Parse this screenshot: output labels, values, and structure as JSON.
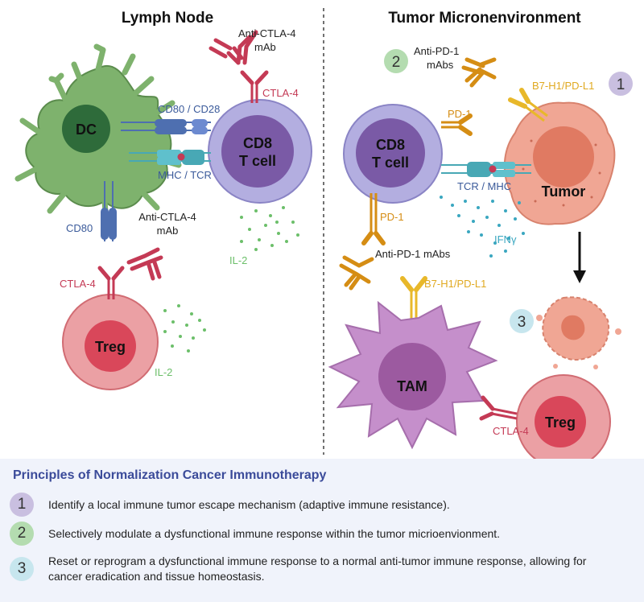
{
  "panels": {
    "lymph_node": {
      "title": "Lymph Node",
      "dc": "DC",
      "cd8": [
        "CD8",
        "T cell"
      ],
      "treg": "Treg",
      "labels": {
        "anti_ctla4_top": [
          "Anti-CTLA-4",
          "mAb"
        ],
        "ctla4_top": "CTLA-4",
        "cd80_cd28": "CD80 / CD28",
        "mhc_tcr": "MHC / TCR",
        "cd80": "CD80",
        "anti_ctla4_mid": [
          "Anti-CTLA-4",
          "mAb"
        ],
        "il2_upper": "IL-2",
        "ctla4_treg": "CTLA-4",
        "il2_lower": "IL-2"
      }
    },
    "tumor": {
      "title": "Tumor Micronenvironment",
      "cd8": [
        "CD8",
        "T cell"
      ],
      "tumor": "Tumor",
      "tam": "TAM",
      "treg": "Treg",
      "labels": {
        "anti_pd1_mabs_top": [
          "Anti-PD-1",
          "mAbs"
        ],
        "pd1_upper": "PD-1",
        "b7h1_upper": "B7-H1/PD-L1",
        "tcr_mhc": "TCR / MHC",
        "ifng": "IFNγ",
        "pd1_lower": "PD-1",
        "anti_pd1_mabs_lower": "Anti-PD-1 mAbs",
        "b7h1_lower": "B7-H1/PD-L1",
        "ctla4_tam": "CTLA-4"
      },
      "markers": [
        "1",
        "2",
        "3"
      ]
    }
  },
  "principles": {
    "title": "Principles of Normalization Cancer Immunotherapy",
    "items": [
      {
        "num": "1",
        "text": "Identify a local immune tumor escape mechanism (adaptive immune resistance).",
        "color": "#c9bfe0"
      },
      {
        "num": "2",
        "text": "Selectively modulate a dysfunctional immune response within the tumor micrioenvionment.",
        "color": "#b4dcb0"
      },
      {
        "num": "3",
        "text": "Reset or reprogram a dysfunctional immune response to a normal anti-tumor immune response, allowing for cancer eradication and tissue homeostasis.",
        "color": "#c7e6ee"
      }
    ]
  },
  "colors": {
    "ctla4": "#c43a55",
    "pd1": "#d58d14",
    "pdl1": "#e8b82a",
    "cd80": "#4e6fb0",
    "tcr": "#48a8b5",
    "il2": "#6cbf6a",
    "ifng": "#3aa7c0",
    "dc": "#7eb26d",
    "cd8": "#a9a3d8",
    "treg": "#e8868c",
    "tumor": "#ee9a85",
    "tam": "#c58fcb"
  }
}
